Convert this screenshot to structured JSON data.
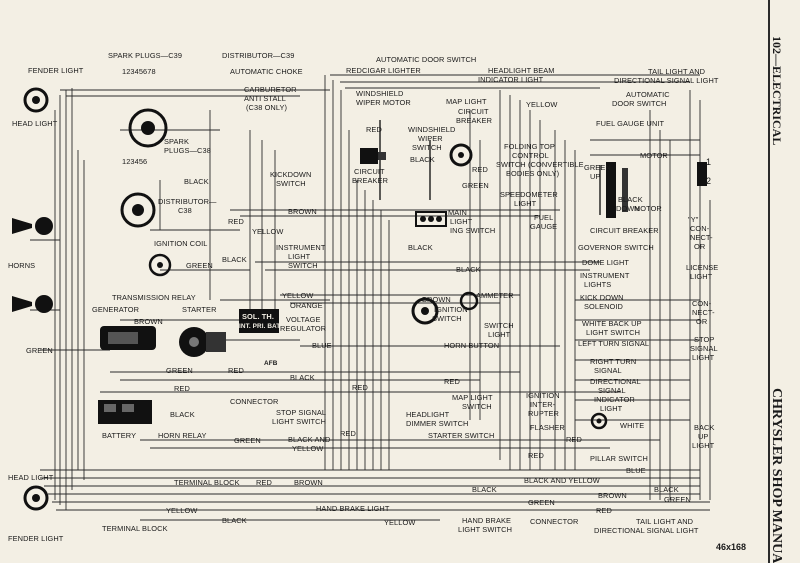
{
  "page": {
    "section_title": "102—ELECTRICAL",
    "manual_title": "CHRYSLER SHOP MANUA",
    "figure_number": "46x168"
  },
  "labels": {
    "fender_light_top": "FENDER LIGHT",
    "head_light_top": "HEAD LIGHT",
    "horns": "HORNS",
    "green_left": "GREEN",
    "spark_plugs_c39": "SPARK PLUGS—C39",
    "spark_numbers_c39": "12345678",
    "distributor_c39": "DISTRIBUTOR—C39",
    "automatic_choke": "AUTOMATIC CHOKE",
    "carb_1": "CARBURETOR",
    "carb_2": "ANTI STALL",
    "carb_3": "(C38 ONLY)",
    "spark_plugs_c38_1": "SPARK",
    "spark_plugs_c38_2": "PLUGS—C38",
    "spark_numbers_c38": "123456",
    "black_1": "BLACK",
    "distributor_c38_1": "DISTRIBUTOR—",
    "distributor_c38_2": "C38",
    "red_1": "RED",
    "yellow_1": "YELLOW",
    "ignition_coil": "IGNITION COIL",
    "green_1": "GREEN",
    "black_2": "BLACK",
    "transmission_relay": "TRANSMISSION RELAY",
    "generator": "GENERATOR",
    "starter": "STARTER",
    "brown_gen": "BROWN",
    "green_2": "GREEN",
    "red_2": "RED",
    "red_3": "RED",
    "black_3": "BLACK",
    "battery": "BATTERY",
    "horn_relay": "HORN RELAY",
    "green_3": "GREEN",
    "terminal_block_1": "TERMINAL BLOCK",
    "terminal_block_2": "TERMINAL BLOCK",
    "head_light_bottom": "HEAD LIGHT",
    "fender_light_bottom": "FENDER LIGHT",
    "yellow_bottom": "YELLOW",
    "black_bottom": "BLACK",
    "red_bottom": "RED",
    "brown_bottom": "BROWN",
    "red_top": "RED",
    "cigar_lighter": "CIGAR LIGHTER",
    "automatic_door_switch_top": "AUTOMATIC DOOR SWITCH",
    "headlight_beam_1": "HEADLIGHT BEAM",
    "headlight_beam_2": "INDICATOR LIGHT",
    "windshield_wiper_motor_1": "WINDSHIELD",
    "windshield_wiper_motor_2": "WIPER MOTOR",
    "map_light_top": "MAP LIGHT",
    "yellow_top": "YELLOW",
    "red_ww": "RED",
    "ww_switch_1": "WINDSHIELD",
    "ww_switch_2": "WIPER",
    "ww_switch_3": "SWITCH",
    "circuit_breaker_top_1": "CIRCUIT",
    "circuit_breaker_top_2": "BREAKER",
    "black_ww": "BLACK",
    "red_ww2": "RED",
    "folding_top_1": "FOLDING TOP",
    "folding_top_2": "CONTROL",
    "folding_top_3": "SWITCH",
    "folding_top_4": "(CONVERTIBLE",
    "folding_top_5": "BODIES ONLY)",
    "kickdown_switch_1": "KICKDOWN",
    "kickdown_switch_2": "SWITCH",
    "circuit_breaker_mid_1": "CIRCUIT",
    "circuit_breaker_mid_2": "BREAKER",
    "green_mid": "GREEN",
    "speedometer_1": "SPEEDOMETER",
    "speedometer_2": "LIGHT",
    "brown_mid": "BROWN",
    "main_lighting_1": "MAIN",
    "main_lighting_2": "LIGHT",
    "main_lighting_3": "ING SWITCH",
    "fuel_gauge_1": "FUEL",
    "fuel_gauge_2": "GAUGE",
    "instrument_light_1": "INSTRUMENT",
    "instrument_light_2": "LIGHT",
    "instrument_light_3": "SWITCH",
    "black_mid1": "BLACK",
    "black_mid2": "BLACK",
    "yellow_mid": "YELLOW",
    "orange_mid": "ORANGE",
    "sol_th": "SOL. TH.",
    "int_pri_bat": "INT. PRI. BAT.",
    "voltage_reg_1": "VOLTAGE",
    "voltage_reg_2": "REGULATOR",
    "afb": "AFB",
    "blue_mid": "BLUE",
    "brown_ign": "BROWN",
    "ammeter": "AMMETER",
    "ignition_switch_1": "IGNITION",
    "ignition_switch_2": "SWITCH",
    "switch_light_1": "SWITCH",
    "switch_light_2": "LIGHT",
    "horn_button": "HORN BUTTON",
    "black_reg": "BLACK",
    "red_reg": "RED",
    "red_map": "RED",
    "map_light_mid_1": "MAP LIGHT",
    "map_light_mid_2": "SWITCH",
    "connector_mid": "CONNECTOR",
    "stop_signal_1": "STOP SIGNAL",
    "stop_signal_2": "LIGHT SWITCH",
    "red_stop": "RED",
    "headlight_dimmer_1": "HEADLIGHT",
    "headlight_dimmer_2": "DIMMER SWITCH",
    "black_yellow_1": "BLACK AND",
    "black_yellow_2": "YELLOW",
    "starter_switch": "STARTER SWITCH",
    "green_bottom": "GREEN",
    "hand_brake_light_1": "HAND BRAKE LIGHT",
    "hand_brake_light_2_1": "HAND BRAKE",
    "hand_brake_light_2_2": "LIGHT SWITCH",
    "yellow_hb": "YELLOW",
    "black_hb": "BLACK",
    "tail_top_1": "TAIL LIGHT AND",
    "tail_top_2": "DIRECTIONAL SIGNAL LIGHT",
    "auto_door_right_1": "AUTOMATIC",
    "auto_door_right_2": "DOOR SWITCH",
    "fuel_gauge_unit": "FUEL GAUGE UNIT",
    "motor_1": "MOTOR",
    "green_up_1": "GREEN",
    "green_up_2": "UP",
    "black_down_1": "BLACK",
    "black_down_2": "DOWN",
    "motor_2": "MOTOR",
    "num_1": "1",
    "num_2": "2",
    "circuit_breaker_right": "CIRCUIT BREAKER",
    "y_conn_1": "\"Y\"",
    "y_conn_2": "CON-",
    "y_conn_3": "NECT-",
    "y_conn_4": "OR",
    "governor_switch": "GOVERNOR SWITCH",
    "dome_light": "DOME LIGHT",
    "instrument_lights_1": "INSTRUMENT",
    "instrument_lights_2": "LIGHTS",
    "license_1": "LICENSE",
    "license_2": "LIGHT",
    "kick_down_sol_1": "KICK DOWN",
    "kick_down_sol_2": "SOLENOID",
    "conn_right_1": "CON-",
    "conn_right_2": "NECT-",
    "conn_right_3": "OR",
    "white_backup_1": "WHITE BACK UP",
    "white_backup_2": "LIGHT SWITCH",
    "left_turn": "LEFT TURN SIGNAL",
    "stop_sig_light_1": "STOP",
    "stop_sig_light_2": "SIGNAL",
    "stop_sig_light_3": "LIGHT",
    "right_turn_1": "RIGHT TURN",
    "right_turn_2": "SIGNAL",
    "dir_ind_1": "DIRECTIONAL",
    "dir_ind_2": "SIGNAL",
    "dir_ind_3": "INDICATOR",
    "dir_ind_4": "LIGHT",
    "ign_int_1": "IGNITION",
    "ign_int_2": "INTER-",
    "ign_int_3": "RUPTER",
    "flasher": "FLASHER",
    "white_right": "WHITE",
    "red_flasher": "RED",
    "red_pillar": "RED",
    "pillar_switch": "PILLAR SWITCH",
    "blue_right": "BLUE",
    "back_up_1": "BACK",
    "back_up_2": "UP",
    "back_up_3": "LIGHT",
    "black_and_yellow_right": "BLACK AND YELLOW",
    "black_right": "BLACK",
    "green_right": "GREEN",
    "brown_right": "BROWN",
    "red_right": "RED",
    "connector_bottom": "CONNECTOR",
    "tail_bottom_1": "TAIL LIGHT AND",
    "tail_bottom_2": "DIRECTIONAL SIGNAL LIGHT"
  }
}
